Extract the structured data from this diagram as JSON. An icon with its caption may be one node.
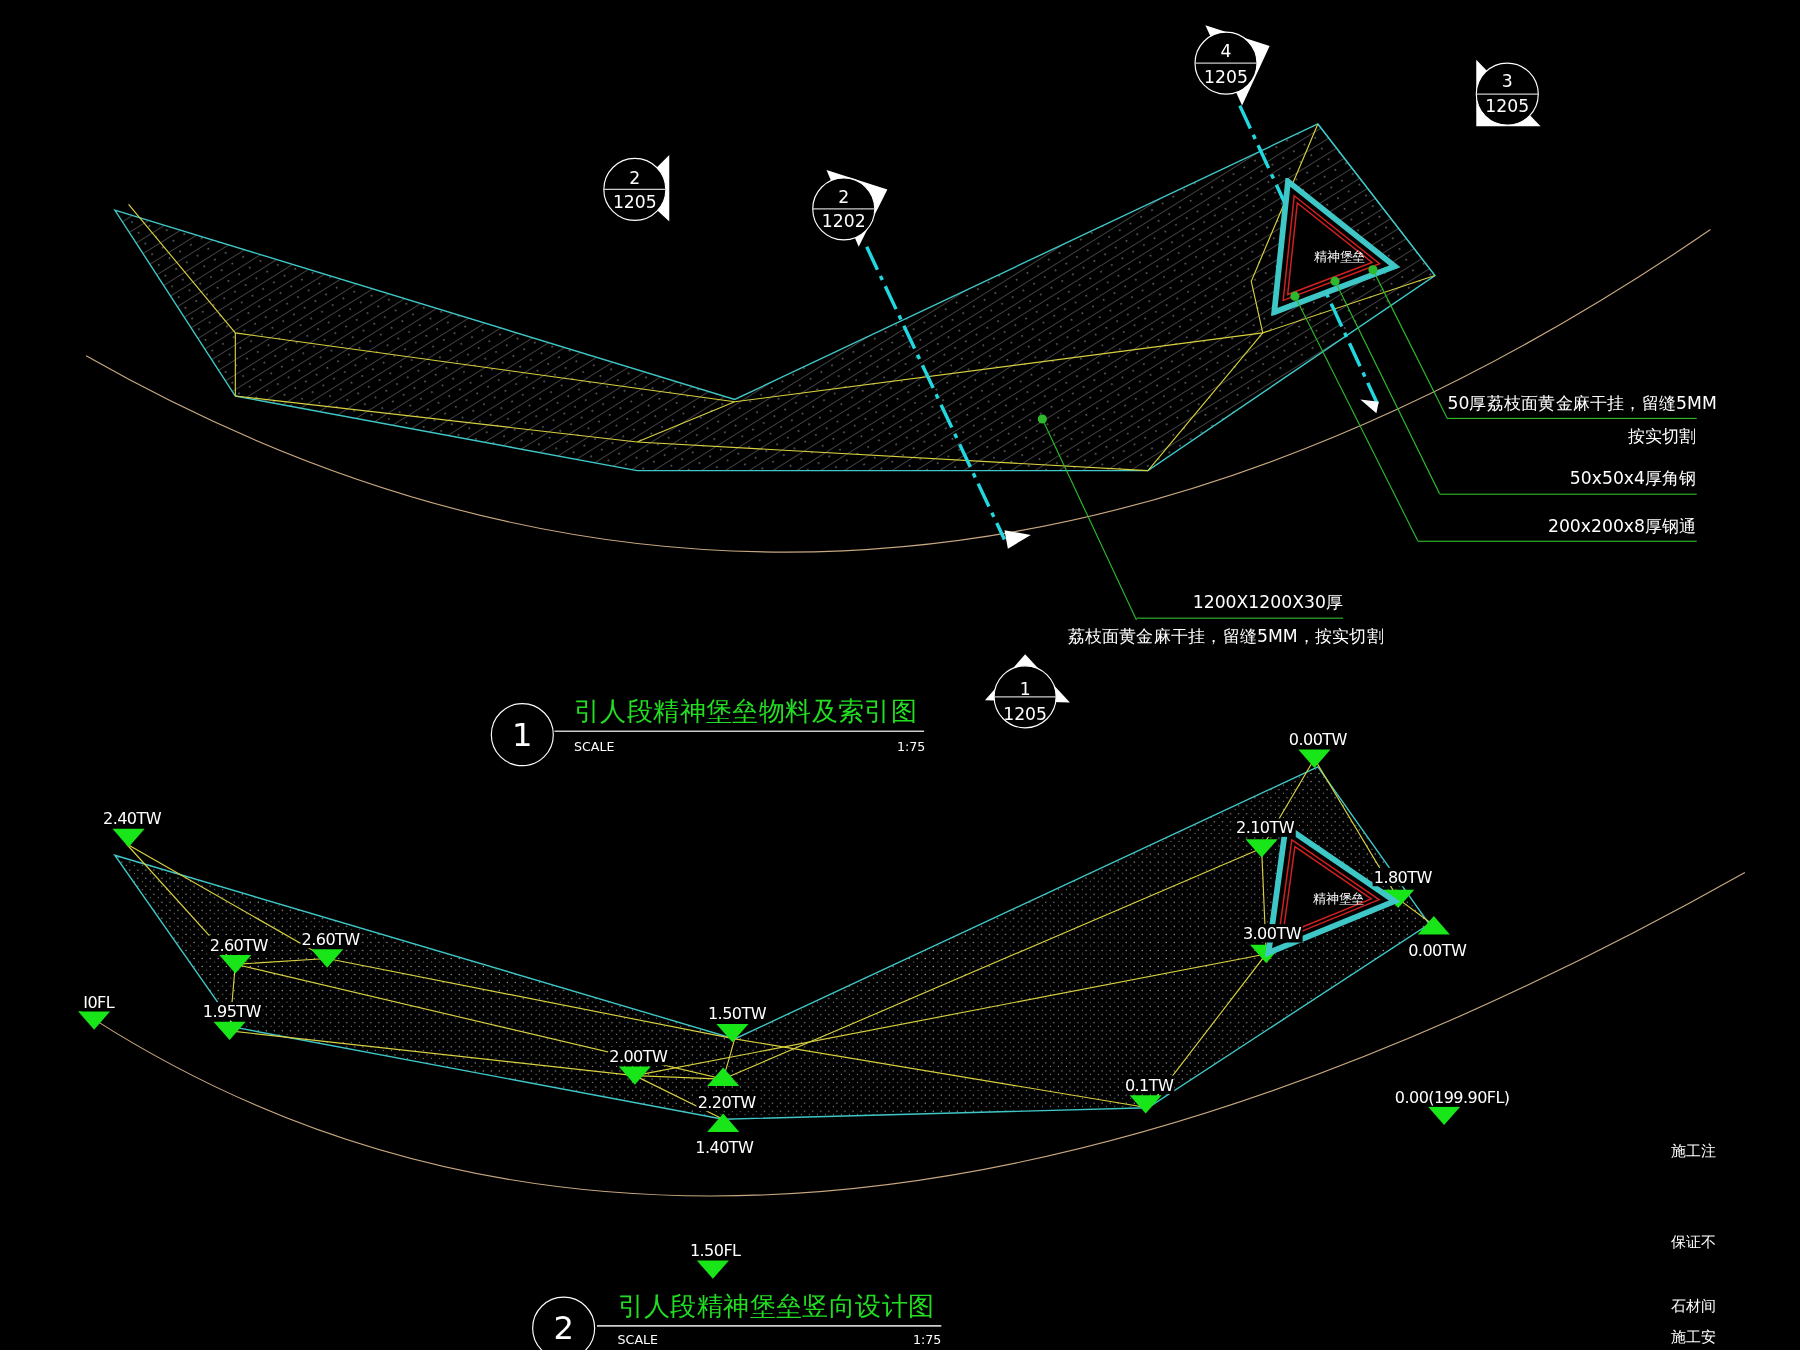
{
  "diagram": {
    "nodes": [
      {
        "text": [
          "1200X1200X30厚",
          "荔枝面黄金麻干挂，留缝5MM，按实切割"
        ]
      },
      {
        "text": [],
        "shape": "circle"
      },
      {
        "text": [
          "50厚荔枝面黄金麻干挂，留缝5MM",
          "按实切割"
        ]
      },
      {
        "text": [],
        "shape": "circle",
        "in": 8
      },
      {
        "text": [
          "50x50x4厚角钢"
        ]
      },
      {
        "text": [],
        "shape": "circle",
        "in": 8
      },
      {
        "text": [
          "200x200x8厚钢通"
        ]
      },
      {
        "text": [],
        "shape": "circle",
        "in": 8
      },
      {
        "text": [
          "精神堡垒"
        ]
      },
      {
        "text": [
          "精神堡垒"
        ]
      }
    ],
    "edges": [
      {
        "from": 0,
        "to": 1,
        "arrow": "none"
      },
      {
        "from": 2,
        "to": 3,
        "arrow": "none"
      },
      {
        "from": 4,
        "to": 5,
        "arrow": "none"
      },
      {
        "from": 6,
        "to": 7,
        "arrow": "none"
      }
    ],
    "labels": [
      "2",
      "1205",
      "2",
      "1202",
      "4",
      "1205",
      "3",
      "1205",
      "1",
      "引人段精神堡垒物料及索引图",
      "1",
      "1205",
      "SCALE",
      "1:75",
      "0.00TW",
      "2.40TW",
      "2.10TW",
      "1.80TW",
      "2.60TW",
      "2.60TW",
      "3.00TW",
      "0.00TW",
      "I0FL",
      "1.95TW",
      "1.50TW",
      "2.00TW",
      "2.20TW",
      "0.1TW",
      "0.00(199.90FL)",
      "1.40TW",
      "施工注",
      "1.50FL",
      "保证不",
      "2",
      "引人段精神堡垒竖向设计图",
      "石材间",
      "SCALE",
      "1:75",
      "施工安"
    ]
  }
}
